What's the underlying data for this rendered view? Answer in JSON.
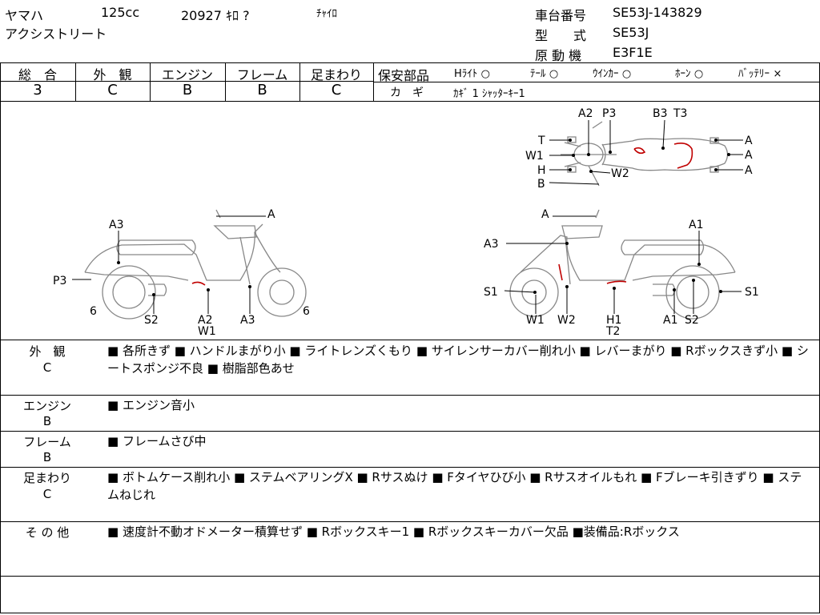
{
  "header": {
    "maker": "ヤマハ",
    "displacement": "125cc",
    "mileage": "20927 ｷﾛ ?",
    "color": "ﾁｬｲﾛ",
    "model_name": "アクシストリート",
    "frame_no_label": "車台番号",
    "frame_no": "SE53J-143829",
    "model_label": "型　　式",
    "model_code": "SE53J",
    "engine_label": "原 動 機",
    "engine_code": "E3F1E"
  },
  "grades": {
    "overall_label": "総　合",
    "overall": "3",
    "exterior_label": "外　観",
    "exterior": "C",
    "engine_label": "エンジン",
    "engine": "B",
    "frame_label": "フレーム",
    "frame": "B",
    "suspension_label": "足まわり",
    "suspension": "C"
  },
  "equipment": {
    "label": "保安部品",
    "items": [
      {
        "name": "Hﾗｲﾄ",
        "mark": "○"
      },
      {
        "name": "ﾃｰﾙ",
        "mark": "○"
      },
      {
        "name": "ｳｲﾝｶｰ",
        "mark": "○"
      },
      {
        "name": "ﾎｰﾝ",
        "mark": "○"
      },
      {
        "name": "ﾊﾞｯﾃﾘｰ",
        "mark": "×"
      }
    ],
    "key_label": "カ　ギ",
    "key_value": "ｶｷﾞ 1 ｼｬｯﾀｰｷｰ1"
  },
  "diagram_labels": {
    "top": [
      "A2",
      "P3",
      "B3",
      "T3",
      "T",
      "W1",
      "H",
      "B",
      "W2",
      "A",
      "A",
      "A"
    ],
    "left": [
      "A",
      "A3",
      "P3",
      "6",
      "S2",
      "A2",
      "W1",
      "A3",
      "6"
    ],
    "right": [
      "A",
      "A3",
      "A1",
      "S1",
      "S1",
      "W1",
      "W2",
      "H1",
      "T2",
      "A1",
      "S2"
    ]
  },
  "sections": [
    {
      "label": "外　観",
      "grade": "C",
      "text": "■ 各所きず ■ ハンドルまがり小 ■ ライトレンズくもり ■ サイレンサーカバー削れ小 ■ レバーまがり ■ Rボックスきず小 ■ シートスポンジ不良 ■ 樹脂部色あせ"
    },
    {
      "label": "エンジン",
      "grade": "B",
      "text": "■ エンジン音小"
    },
    {
      "label": "フレーム",
      "grade": "B",
      "text": "■ フレームさび中"
    },
    {
      "label": "足まわり",
      "grade": "C",
      "text": "■ ボトムケース削れ小 ■ ステムベアリングX ■ Rサスぬけ ■ Fタイヤひび小 ■ Rサスオイルもれ ■ Fブレーキ引きずり ■ ステムねじれ"
    },
    {
      "label": "そ の 他",
      "grade": "",
      "text": "■ 速度計不動オドメーター積算せず ■ Rボックスキー1 ■ Rボックスキーカバー欠品 ■装備品:Rボックス"
    }
  ]
}
